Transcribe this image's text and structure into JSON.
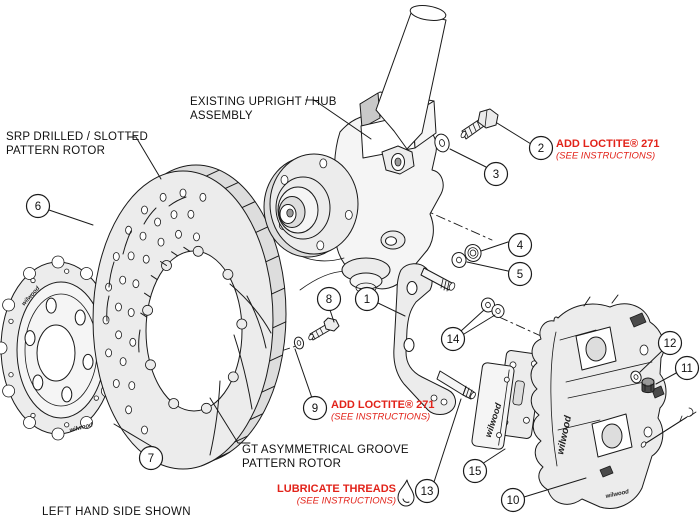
{
  "diagram": {
    "footer": "LEFT HAND SIDE SHOWN",
    "brand_script": "wilwood"
  },
  "labels": {
    "srp_rotor_line1": "SRP DRILLED / SLOTTED",
    "srp_rotor_line2": "PATTERN ROTOR",
    "upright_line1": "EXISTING UPRIGHT / HUB",
    "upright_line2": "ASSEMBLY",
    "gt_rotor_line1": "GT ASYMMETRICAL GROOVE",
    "gt_rotor_line2": "PATTERN ROTOR"
  },
  "notes": {
    "loctite_upper_title": "ADD LOCTITE® 271",
    "loctite_upper_sub": "(SEE INSTRUCTIONS)",
    "loctite_lower_title": "ADD LOCTITE® 271",
    "loctite_lower_sub": "(SEE INSTRUCTIONS)",
    "lubricate_title": "LUBRICATE THREADS",
    "lubricate_sub": "(SEE INSTRUCTIONS)"
  },
  "balloons": {
    "b1": "1",
    "b2": "2",
    "b3": "3",
    "b4": "4",
    "b5": "5",
    "b6": "6",
    "b7": "7",
    "b8": "8",
    "b9": "9",
    "b10": "10",
    "b11": "11",
    "b12": "12",
    "b13": "13",
    "b14": "14",
    "b15": "15"
  },
  "colors": {
    "annotation_red": "#e2231a",
    "line": "#1a1a1a",
    "part_fill": "#ececec"
  }
}
